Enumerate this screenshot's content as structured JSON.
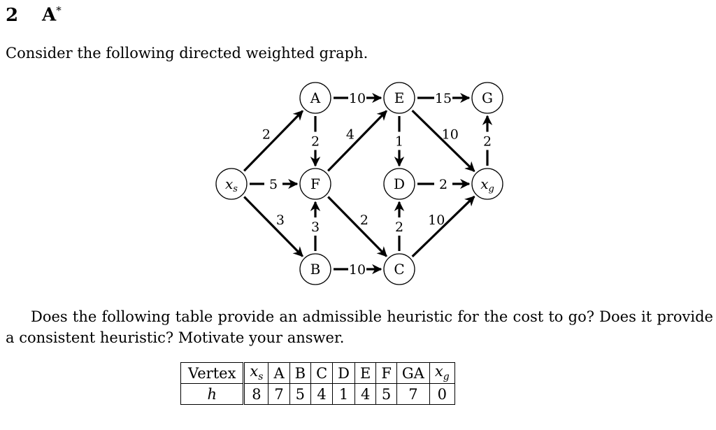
{
  "section": {
    "number": "2",
    "title": "A",
    "title_sup": "*"
  },
  "intro": "Consider the following directed weighted graph.",
  "graph": {
    "nodes": [
      {
        "id": "xs",
        "label": "x",
        "sub": "s"
      },
      {
        "id": "A",
        "label": "A"
      },
      {
        "id": "F",
        "label": "F"
      },
      {
        "id": "B",
        "label": "B"
      },
      {
        "id": "E",
        "label": "E"
      },
      {
        "id": "D",
        "label": "D"
      },
      {
        "id": "C",
        "label": "C"
      },
      {
        "id": "G",
        "label": "G"
      },
      {
        "id": "xg",
        "label": "x",
        "sub": "g"
      }
    ],
    "edges": [
      {
        "from": "xs",
        "to": "A",
        "weight": "2"
      },
      {
        "from": "xs",
        "to": "F",
        "weight": "5"
      },
      {
        "from": "xs",
        "to": "B",
        "weight": "3"
      },
      {
        "from": "A",
        "to": "E",
        "weight": "10"
      },
      {
        "from": "A",
        "to": "F",
        "weight": "2"
      },
      {
        "from": "B",
        "to": "F",
        "weight": "3"
      },
      {
        "from": "B",
        "to": "C",
        "weight": "10"
      },
      {
        "from": "F",
        "to": "E",
        "weight": "4"
      },
      {
        "from": "F",
        "to": "C",
        "weight": "2"
      },
      {
        "from": "E",
        "to": "G",
        "weight": "15"
      },
      {
        "from": "E",
        "to": "D",
        "weight": "1"
      },
      {
        "from": "E",
        "to": "xg",
        "weight": "10"
      },
      {
        "from": "D",
        "to": "xg",
        "weight": "2"
      },
      {
        "from": "C",
        "to": "D",
        "weight": "2"
      },
      {
        "from": "C",
        "to": "xg",
        "weight": "10"
      },
      {
        "from": "xg",
        "to": "G",
        "weight": "2"
      }
    ]
  },
  "question": "Does the following table provide an admissible heuristic for the cost to go? Does it provide a consistent heuristic? Motivate your answer.",
  "table": {
    "row_headers": [
      "Vertex",
      "h"
    ],
    "columns": [
      {
        "label": "x",
        "sub": "s",
        "h": "8"
      },
      {
        "label": "A",
        "h": "7"
      },
      {
        "label": "B",
        "h": "5"
      },
      {
        "label": "C",
        "h": "4"
      },
      {
        "label": "D",
        "h": "1"
      },
      {
        "label": "E",
        "h": "4"
      },
      {
        "label": "F",
        "h": "5"
      },
      {
        "label": "GA",
        "h": "7"
      },
      {
        "label": "x",
        "sub": "g",
        "h": "0"
      }
    ]
  }
}
